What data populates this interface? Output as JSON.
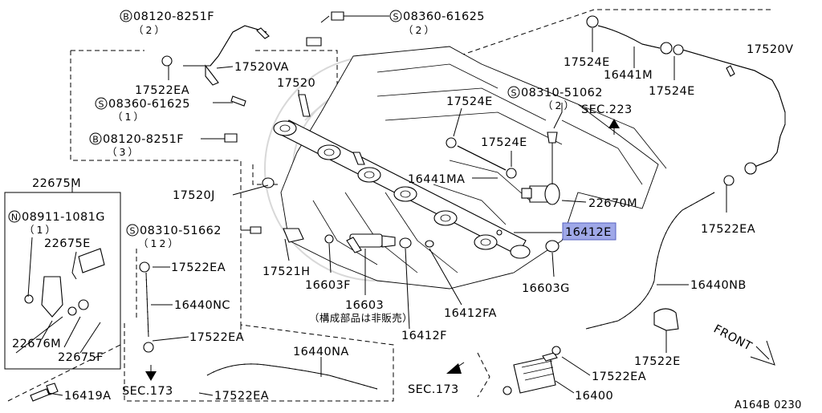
{
  "labels": {
    "b_08120_8251f_top": "08120-8251F",
    "qty_2_a": "（2）",
    "s_08360_61625_top": "08360-61625",
    "qty_2_b": "（2）",
    "p_17520va": "17520VA",
    "p_17520": "17520",
    "p_17522ea_topleft": "17522EA",
    "s_08360_61625_mid": "08360-61625",
    "qty_1_a": "（1）",
    "b_08120_8251f_mid": "08120-8251F",
    "qty_3": "（3）",
    "p_17524e_top": "17524E",
    "p_16441m": "16441M",
    "p_17524e_right": "17524E",
    "p_17520v": "17520V",
    "s_08310_51062": "08310-51062",
    "qty_2_c": "（2）",
    "sec_223": "SEC.223",
    "p_17524e_mid": "17524E",
    "p_17524e_mid2": "17524E",
    "p_16441ma": "16441MA",
    "p_22670m": "22670M",
    "p_16412e": "16412E",
    "p_17522ea_right": "17522EA",
    "p_22675m": "22675M",
    "n_08911_1081g": "08911-1081G",
    "qty_1_b": "（1）",
    "p_22675e": "22675E",
    "p_22676m": "22676M",
    "p_22675f": "22675F",
    "p_17520j": "17520J",
    "s_08310_51662": "08310-51662",
    "qty_12": "（12）",
    "p_17522ea_midleft": "17522EA",
    "p_16440nc": "16440NC",
    "p_17521h": "17521H",
    "p_16603f": "16603F",
    "p_16603": "16603",
    "jp_note": "（構成部品は非販売）",
    "p_16412fa": "16412FA",
    "p_16412f": "16412F",
    "p_16603g": "16603G",
    "p_16440nb": "16440NB",
    "front": "FRONT",
    "p_17522e": "17522E",
    "p_17522ea_bottomleft": "17522EA",
    "p_16440na": "16440NA",
    "sec_173_left": "SEC.173",
    "p_17522ea_bottom": "17522EA",
    "p_16419a": "16419A",
    "sec_173_mid": "SEC.173",
    "p_17522ea_bottomright": "17522EA",
    "p_16400": "16400",
    "diagram_code": "A164B 0230"
  },
  "markers": {
    "bolt_b": "B",
    "screw_s": "S",
    "nut_n": "N"
  }
}
